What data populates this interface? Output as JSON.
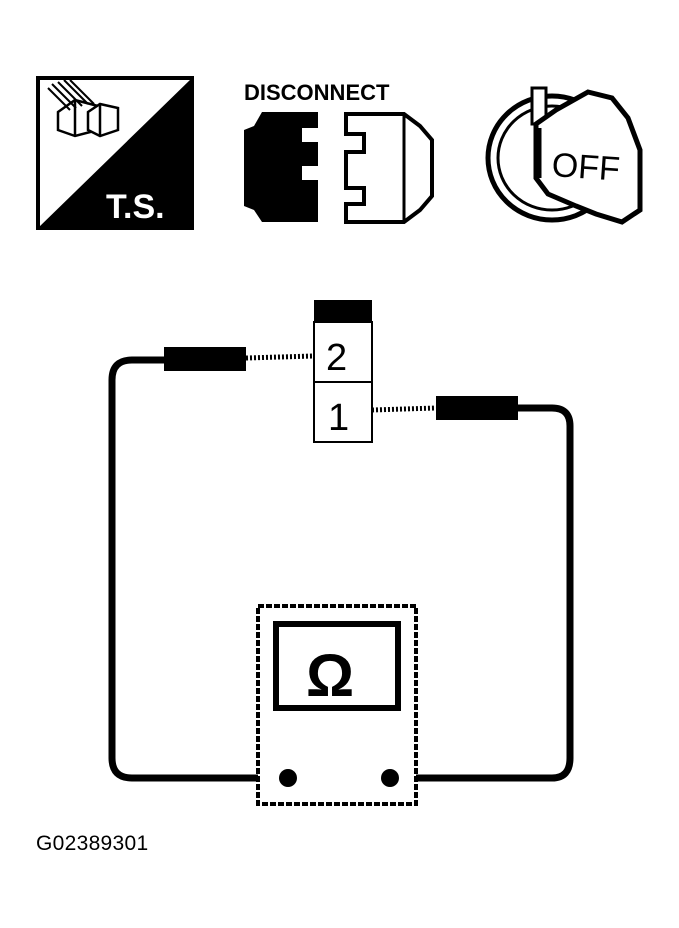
{
  "icons": {
    "test_symbol": {
      "name": "terminal-test-icon",
      "label": "T.S."
    },
    "disconnect": {
      "name": "disconnect-connector-icon",
      "label": "DISCONNECT"
    },
    "ignition": {
      "name": "ignition-key-off-icon",
      "label": "OFF"
    }
  },
  "connector": {
    "pins": [
      {
        "number": "2"
      },
      {
        "number": "1"
      }
    ]
  },
  "meter": {
    "name": "ohmmeter-icon",
    "symbol": "Ω"
  },
  "figure_id": "G02389301",
  "colors": {
    "ink": "#000000",
    "paper": "#ffffff"
  }
}
